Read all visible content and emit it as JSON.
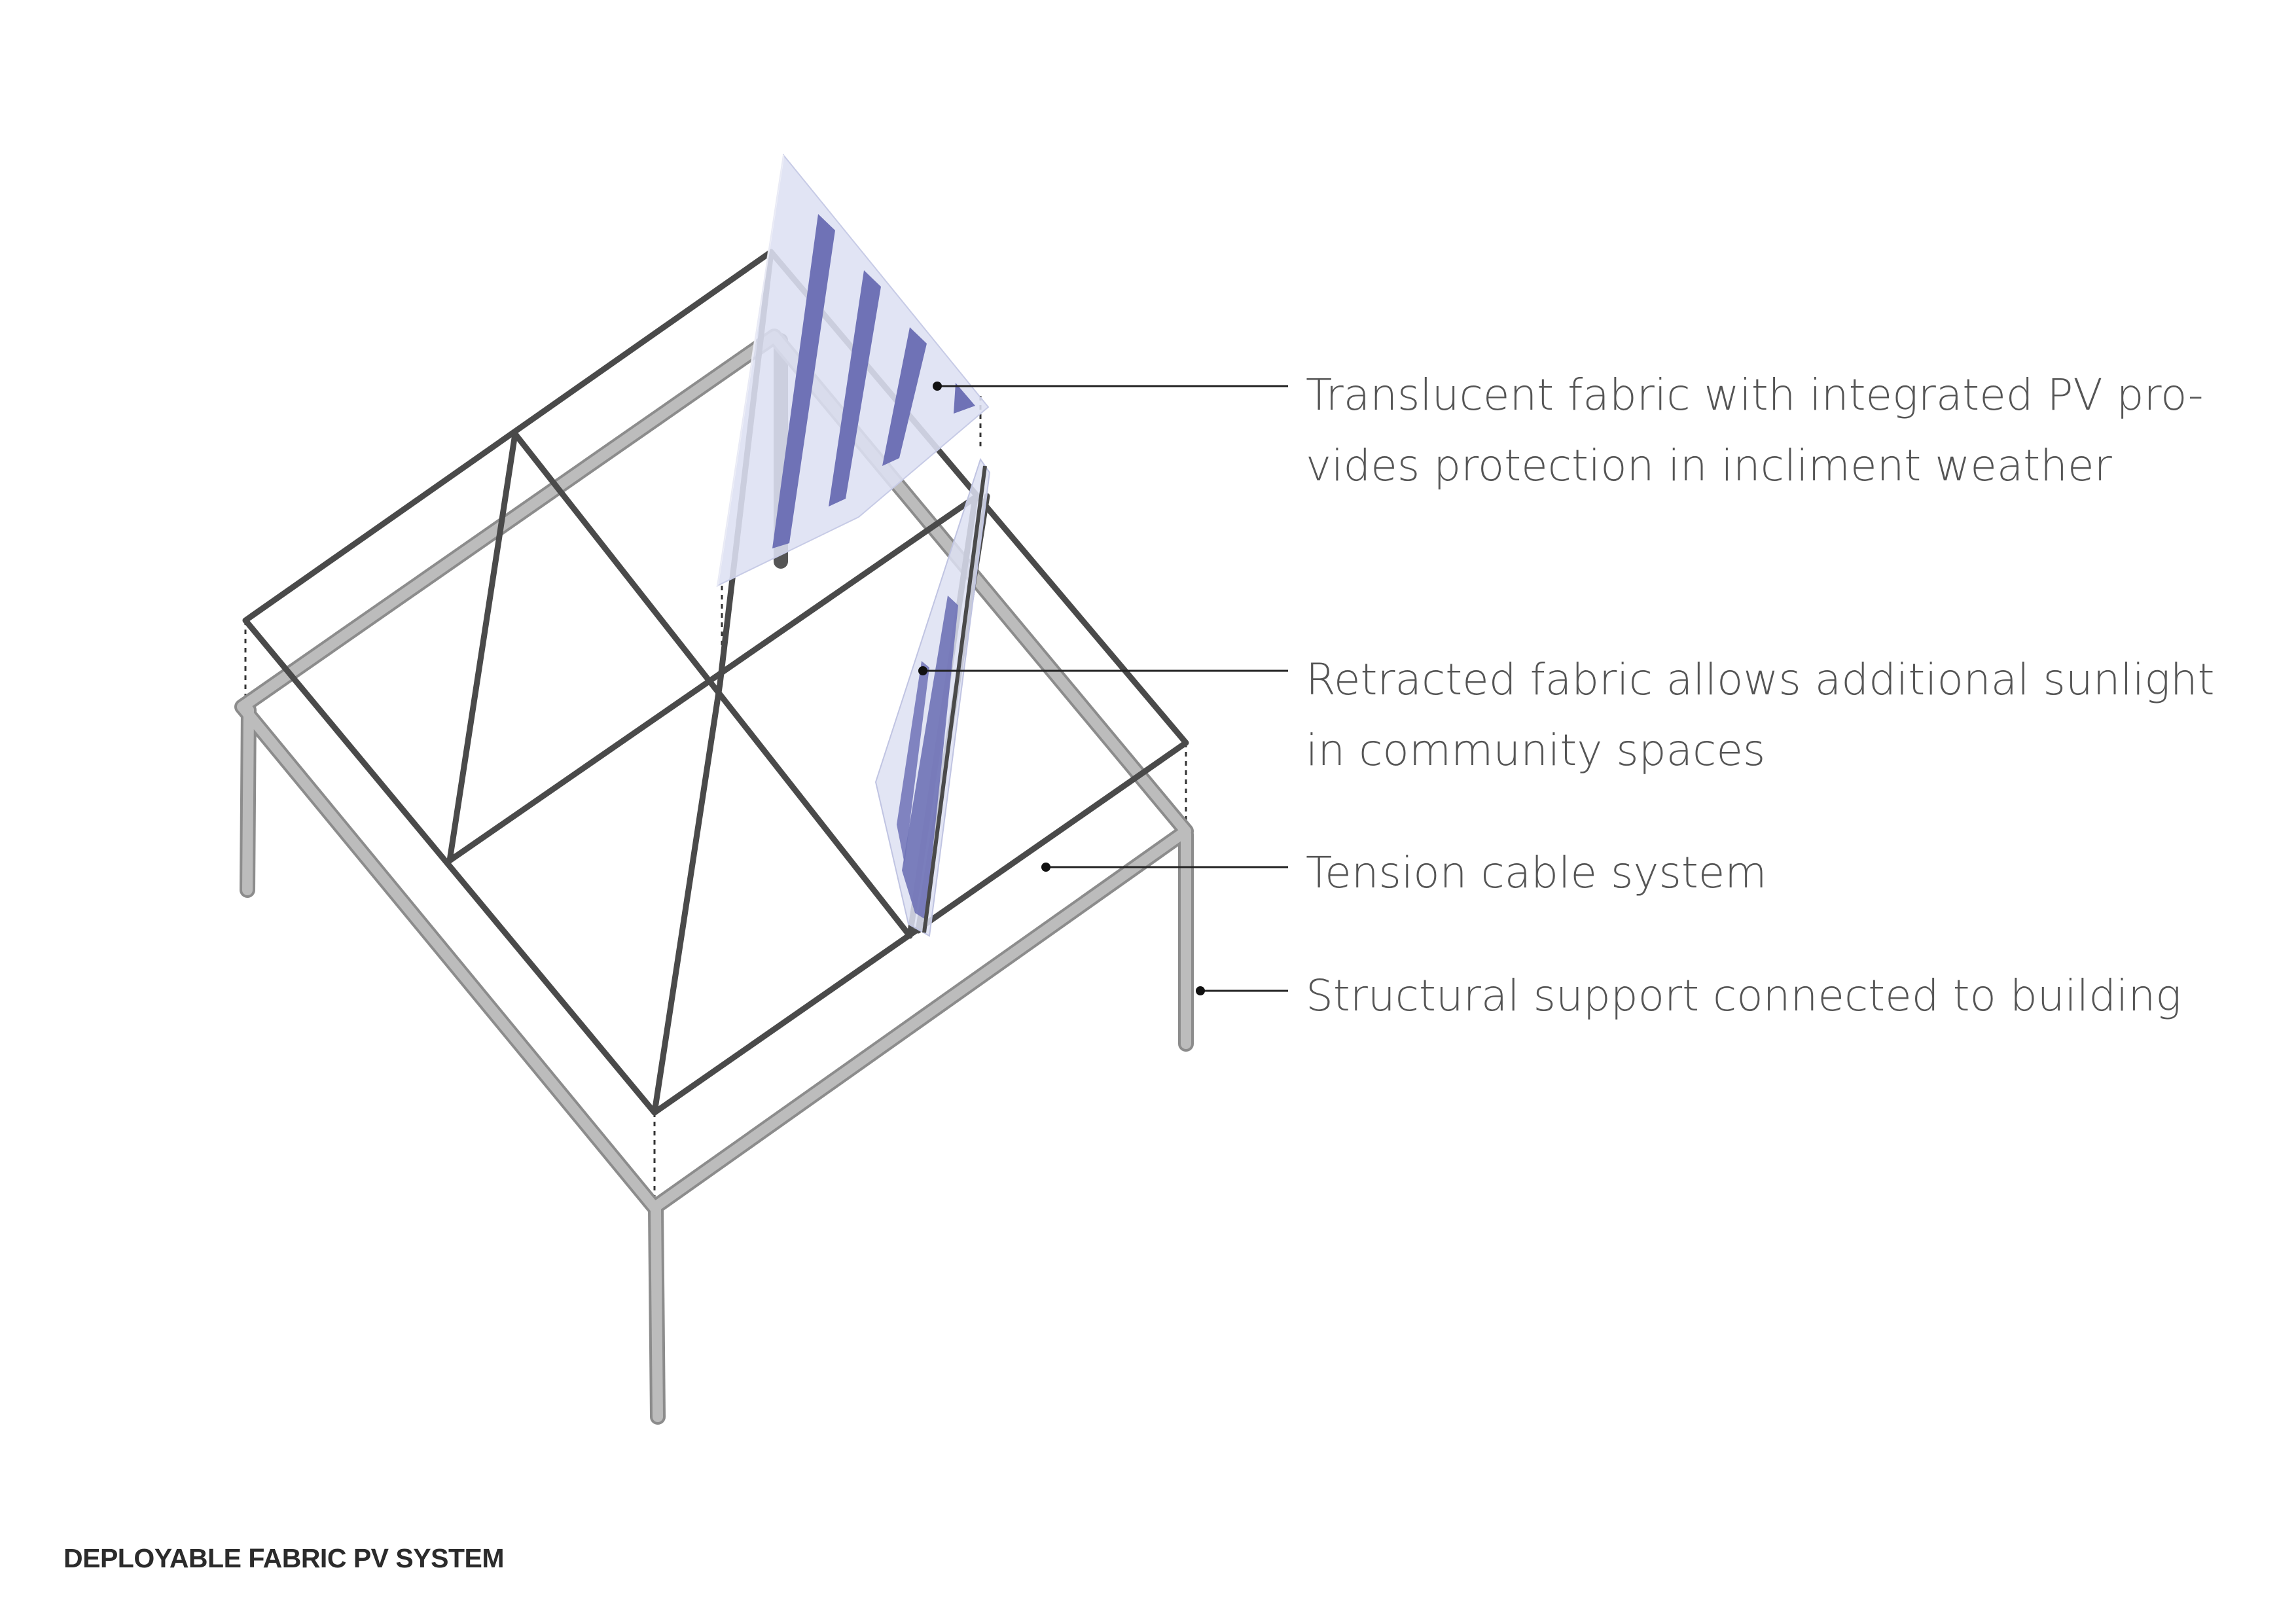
{
  "annotations": [
    {
      "id": "fabric-deployed",
      "lines": [
        "Translucent fabric with integrated PV pro-",
        "vides protection in incliment weather"
      ]
    },
    {
      "id": "fabric-retracted",
      "lines": [
        "Retracted fabric allows additional sunlight",
        "in community spaces"
      ]
    },
    {
      "id": "tension-cable",
      "lines": [
        "Tension cable system"
      ]
    },
    {
      "id": "structural-support",
      "lines": [
        "Structural support connected to building"
      ]
    }
  ],
  "caption": "DEPLOYABLE FABRIC PV SYSTEM",
  "colors": {
    "cable": "#4a4a4a",
    "tube": "#b0b0b0",
    "tube_outline": "#8c8c8c",
    "fabric": "#dde0f2",
    "pv_strip": "#6f72b6",
    "leader": "#222222",
    "label_text": "#555555",
    "caption_text": "#2b2b2b"
  }
}
